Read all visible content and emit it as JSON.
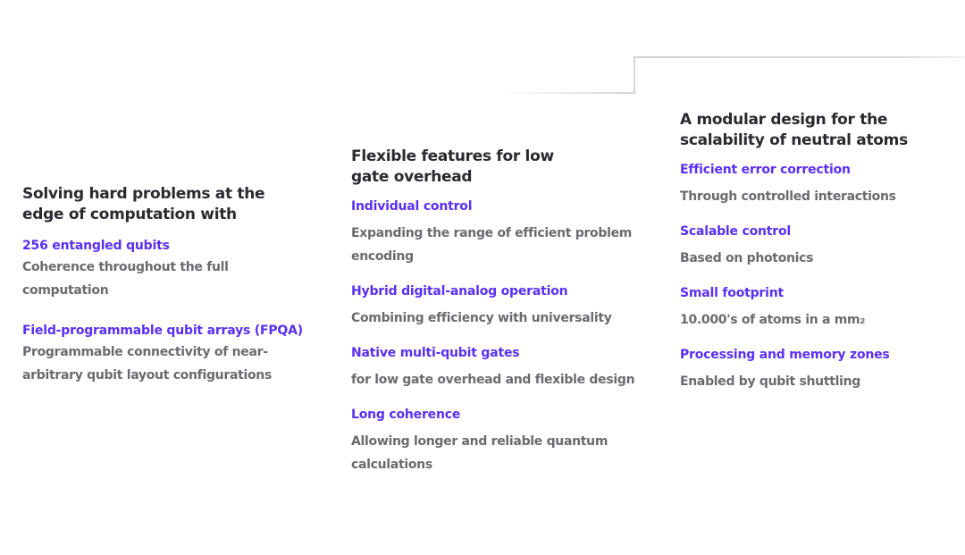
{
  "colors": {
    "accent": "#5a2ff5",
    "heading": "#2a2a30",
    "body": "#5f5f63",
    "connector_line": "#d4d4d8"
  },
  "decoration": {
    "connector": "step-line-icon"
  },
  "columns": [
    {
      "title": "Solving hard problems at the edge of computation with",
      "features": [
        {
          "title": "256 entangled qubits",
          "description": "Coherence throughout the full computation"
        },
        {
          "title": "Field-programmable qubit arrays (FPQA)",
          "description": "Programmable connectivity of near-arbitrary qubit layout configurations"
        }
      ]
    },
    {
      "title": "Flexible features for low gate overhead",
      "features": [
        {
          "title": "Individual control",
          "description": "Expanding the range of efficient problem encoding"
        },
        {
          "title": "Hybrid digital-analog operation",
          "description": "Combining efficiency with universality"
        },
        {
          "title": "Native multi-qubit gates",
          "description": "for low gate overhead and flexible design"
        },
        {
          "title": "Long coherence",
          "description": "Allowing longer and reliable quantum calculations"
        }
      ]
    },
    {
      "title": "A modular design for the scalability of neutral atoms",
      "features": [
        {
          "title": "Efficient error correction",
          "description": "Through controlled interactions"
        },
        {
          "title": "Scalable control",
          "description": "Based on photonics"
        },
        {
          "title": "Small footprint",
          "description": "10.000's of atoms in a mm₂"
        },
        {
          "title": "Processing and memory zones",
          "description": "Enabled by qubit shuttling"
        }
      ]
    }
  ]
}
